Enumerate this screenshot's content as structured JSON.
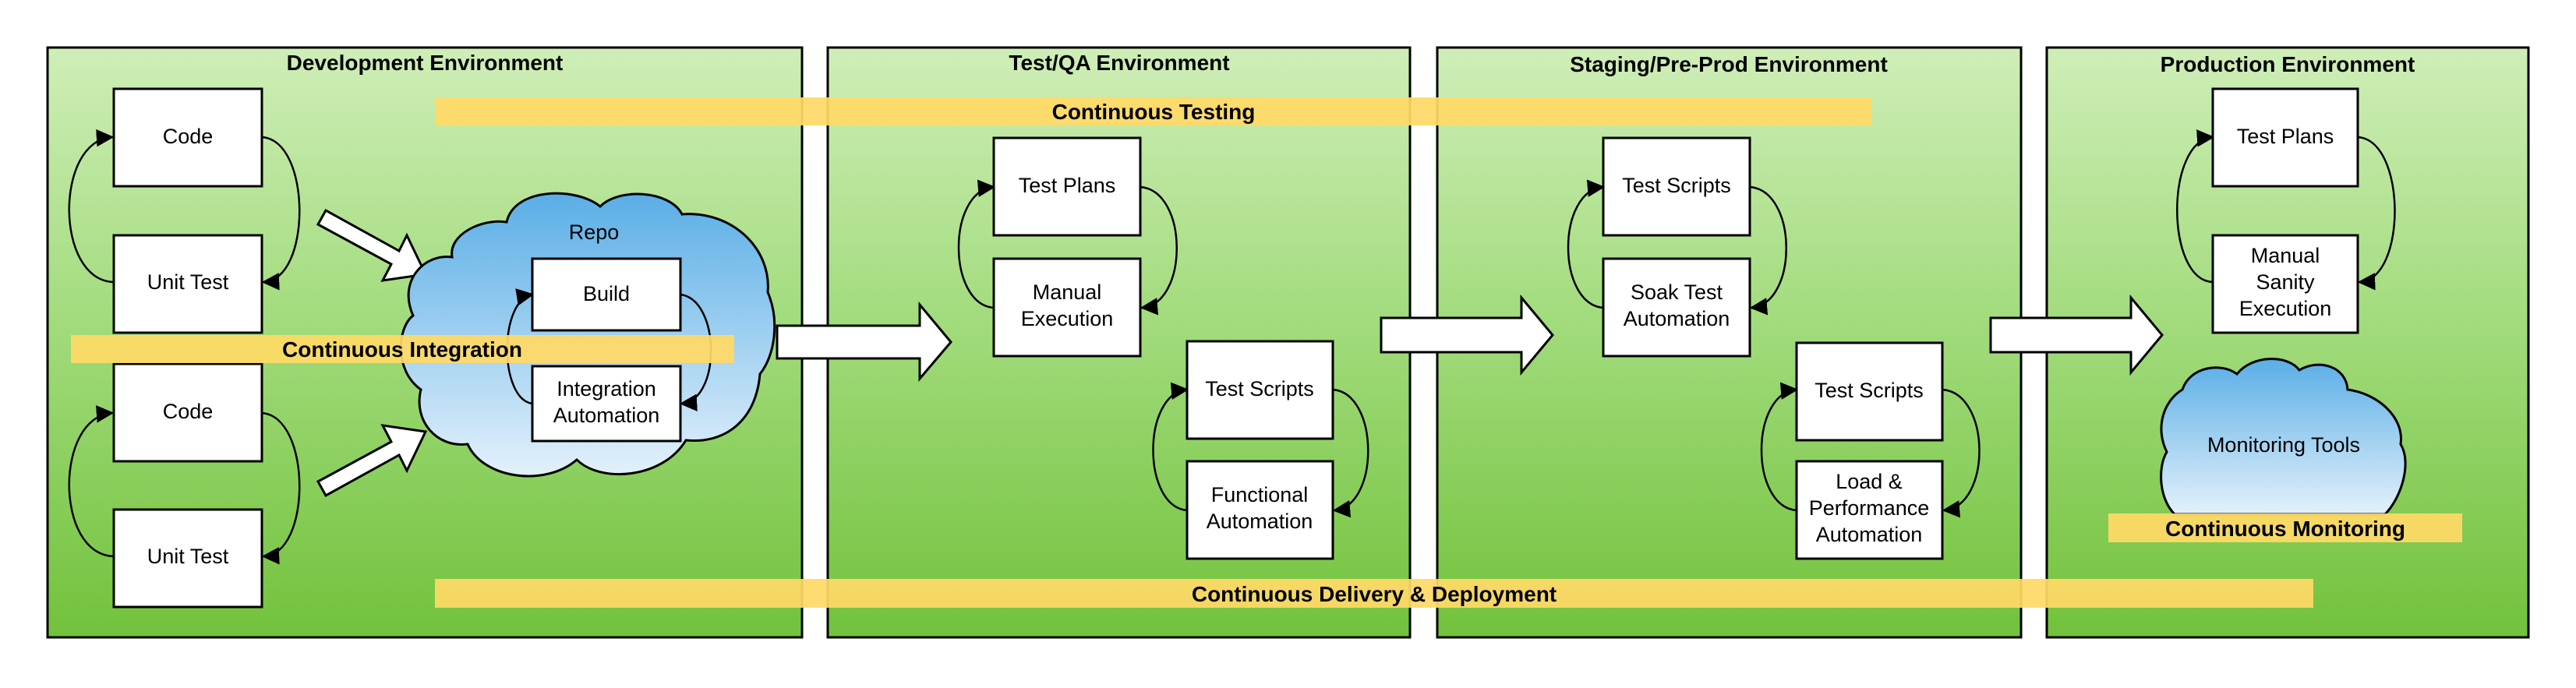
{
  "environments": {
    "development": "Development Environment",
    "testqa": "Test/QA Environment",
    "staging": "Staging/Pre-Prod Environment",
    "production": "Production Environment"
  },
  "dev": {
    "code_1": "Code",
    "unit_test_1": "Unit Test",
    "code_2": "Code",
    "unit_test_2": "Unit Test",
    "repo": "Repo",
    "build": "Build",
    "integration_line1": "Integration",
    "integration_line2": "Automation"
  },
  "testqa": {
    "test_plans": "Test Plans",
    "manual_line1": "Manual",
    "manual_line2": "Execution",
    "test_scripts": "Test Scripts",
    "functional_line1": "Functional",
    "functional_line2": "Automation"
  },
  "staging": {
    "test_scripts_1": "Test Scripts",
    "soak_line1": "Soak Test",
    "soak_line2": "Automation",
    "test_scripts_2": "Test Scripts",
    "load_line1": "Load &",
    "load_line2": "Performance",
    "load_line3": "Automation"
  },
  "production": {
    "test_plans": "Test Plans",
    "sanity_line1": "Manual",
    "sanity_line2": "Sanity",
    "sanity_line3": "Execution",
    "monitoring_tools": "Monitoring Tools"
  },
  "bands": {
    "continuous_testing": "Continuous Testing",
    "continuous_integration": "Continuous Integration",
    "continuous_delivery": "Continuous Delivery & Deployment",
    "continuous_monitoring": "Continuous Monitoring"
  },
  "colors": {
    "env_top": "#cfeeb8",
    "env_bottom": "#72c23c",
    "band": "#ffd966",
    "cloud_top": "#5aaee6",
    "cloud_bottom": "#e3f1fb"
  }
}
